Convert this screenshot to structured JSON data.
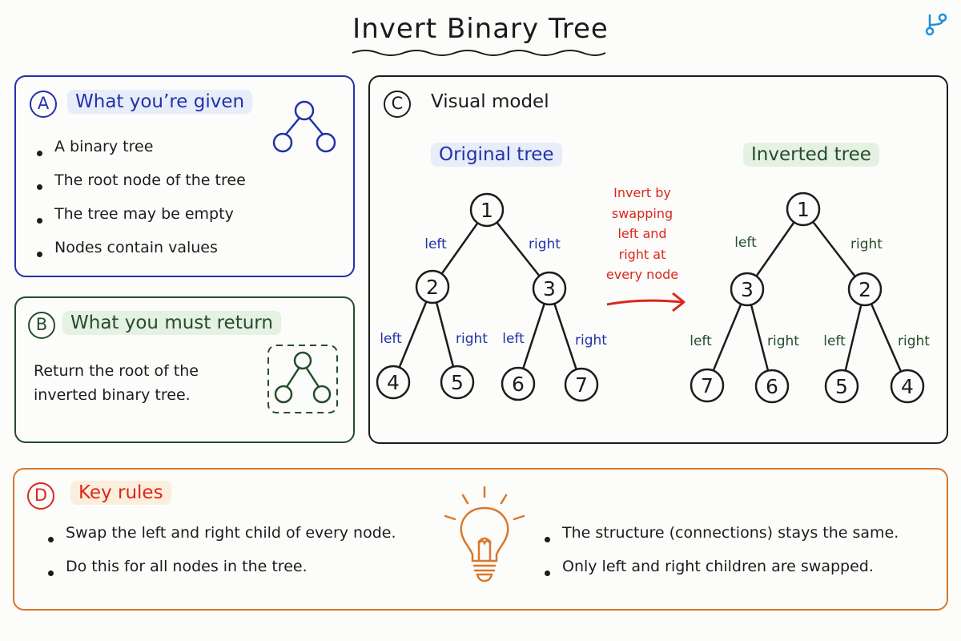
{
  "title": "Invert Binary Tree",
  "colors": {
    "blue": "#2331a8",
    "green": "#254d2c",
    "orange": "#d9772a",
    "red": "#d9271c",
    "ink": "#1c1c1c"
  },
  "panel_a": {
    "badge": "A",
    "heading": "What you’re given",
    "bullets": [
      "A binary tree",
      "The root node of the tree",
      "The tree may be empty",
      "Nodes contain values"
    ],
    "icon": "tree-icon"
  },
  "panel_b": {
    "badge": "B",
    "heading": "What you must return",
    "text_lines": [
      "Return the root of the",
      "inverted binary tree."
    ],
    "icon": "inverted-tree-icon"
  },
  "panel_c": {
    "badge": "C",
    "heading": "Visual model",
    "original_label": "Original tree",
    "inverted_label": "Inverted tree",
    "note_lines": [
      "Invert by",
      "swapping",
      "left and",
      "right at",
      "every node"
    ],
    "original_tree": {
      "root": "1",
      "level2": [
        "2",
        "3"
      ],
      "leaves": [
        "4",
        "5",
        "6",
        "7"
      ],
      "edge_labels_top": [
        "left",
        "right"
      ],
      "edge_labels_bottom": [
        "left",
        "right",
        "left",
        "right"
      ]
    },
    "inverted_tree": {
      "root": "1",
      "level2": [
        "3",
        "2"
      ],
      "leaves": [
        "7",
        "6",
        "5",
        "4"
      ],
      "edge_labels_top": [
        "left",
        "right"
      ],
      "edge_labels_bottom": [
        "left",
        "right",
        "left",
        "right"
      ]
    }
  },
  "panel_d": {
    "badge": "D",
    "heading": "Key rules",
    "bullets_left": [
      "Swap the left and right child of every node.",
      "Do this for all nodes in the tree."
    ],
    "bullets_right": [
      "The structure (connections) stays the same.",
      "Only left and right children are swapped."
    ],
    "icon": "lightbulb-icon"
  }
}
